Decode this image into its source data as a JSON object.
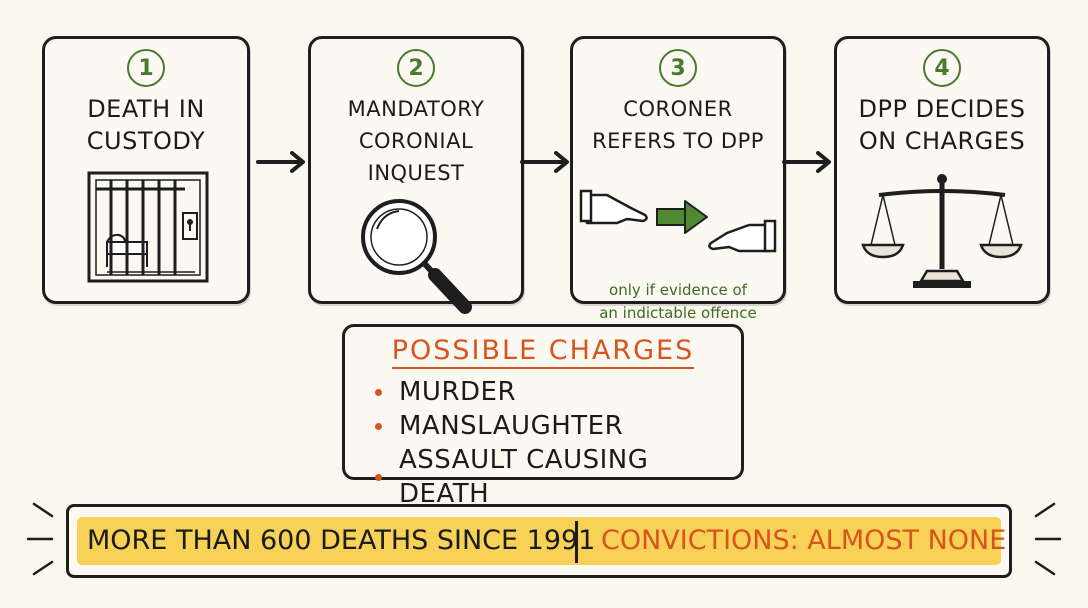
{
  "steps": [
    {
      "number": "1",
      "title": "DEATH IN CUSTODY",
      "icon": "jail-cell-icon"
    },
    {
      "number": "2",
      "title": "MANDATORY CORONIAL INQUEST",
      "icon": "magnifying-glass-icon"
    },
    {
      "number": "3",
      "title": "CORONER REFERS TO DPP",
      "icon": "handover-icon",
      "note_line1": "only if evidence of",
      "note_line2": "an indictable offence"
    },
    {
      "number": "4",
      "title": "DPP DECIDES ON CHARGES",
      "icon": "scales-of-justice-icon"
    }
  ],
  "charges": {
    "title": "POSSIBLE CHARGES",
    "items": [
      "MURDER",
      "MANSLAUGHTER",
      "ASSAULT CAUSING DEATH"
    ]
  },
  "banner": {
    "left": "MORE THAN 600 DEATHS SINCE 1991",
    "right": "CONVICTIONS: ALMOST NONE"
  },
  "colors": {
    "step_number": "#4a7a2c",
    "accent": "#d8541e",
    "highlight": "#f7d257",
    "ink": "#1e1e1e"
  }
}
